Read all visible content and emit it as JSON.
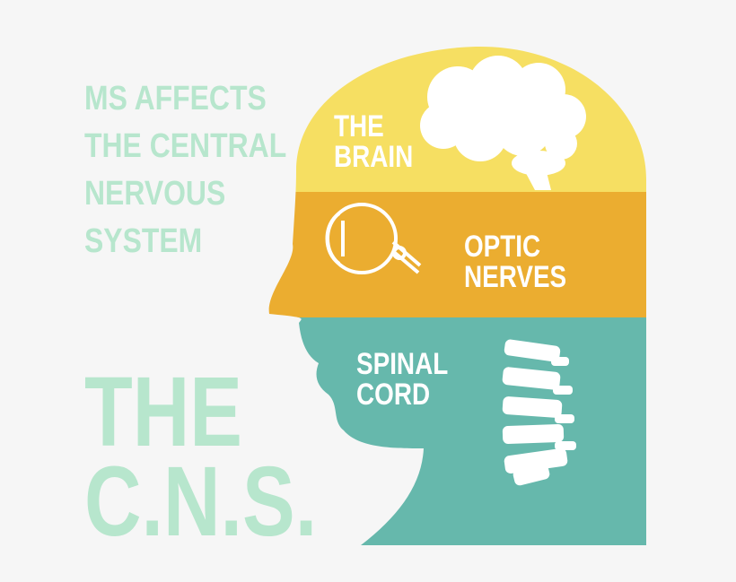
{
  "intro_lines": [
    "MS AFFECTS",
    "THE CENTRAL",
    "NERVOUS",
    "SYSTEM"
  ],
  "big_title_lines": [
    "THE",
    "C.N.S."
  ],
  "labels": {
    "brain": [
      "THE",
      "BRAIN"
    ],
    "optic": [
      "OPTIC",
      "NERVES"
    ],
    "spinal": [
      "SPINAL",
      "CORD"
    ]
  },
  "colors": {
    "background": "#f6f6f6",
    "brain_band": "#f6df62",
    "optic_band": "#ebad30",
    "neck_band": "#66b8ac",
    "mint_text": "#b7e6cd",
    "label_text": "#ffffff"
  },
  "icons": [
    "brain-icon",
    "eye-icon",
    "vertebrae-icon"
  ]
}
